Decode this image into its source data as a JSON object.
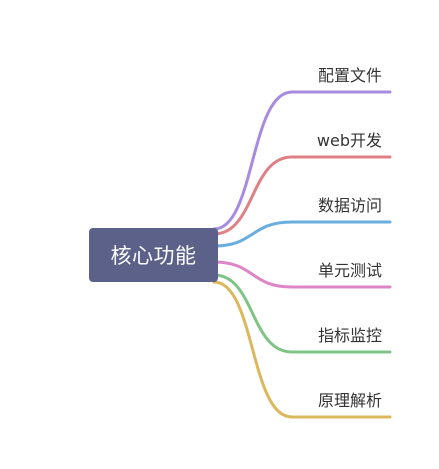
{
  "mindmap": {
    "root": {
      "label": "核心功能",
      "color": "#5b6189"
    },
    "branches": [
      {
        "label": "配置文件",
        "color": "#a78be0"
      },
      {
        "label": "web开发",
        "color": "#e07f86"
      },
      {
        "label": "数据访问",
        "color": "#6aaee0"
      },
      {
        "label": "单元测试",
        "color": "#de85c8"
      },
      {
        "label": "指标监控",
        "color": "#7fc487"
      },
      {
        "label": "原理解析",
        "color": "#dcb85c"
      }
    ]
  }
}
